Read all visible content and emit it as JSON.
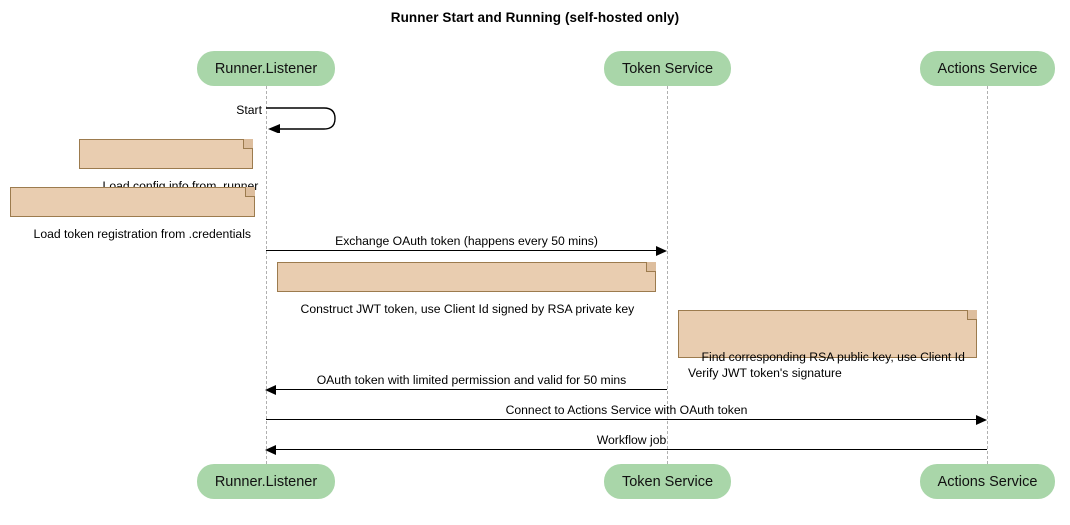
{
  "diagram": {
    "type": "sequence-diagram",
    "title": "Runner Start and Running (self-hosted only)",
    "colors": {
      "participant_fill": "#a9d6a9",
      "note_fill": "#e9cdb0",
      "note_border": "#9c7b4e",
      "lifeline": "#b0b0b0",
      "line": "#000000",
      "background": "#ffffff"
    },
    "participants": [
      {
        "id": "runner",
        "label": "Runner.Listener"
      },
      {
        "id": "token",
        "label": "Token Service"
      },
      {
        "id": "actions",
        "label": "Actions Service"
      }
    ],
    "messages": [
      {
        "id": "m1",
        "label": "Start",
        "from": "runner",
        "to": "runner",
        "kind": "self",
        "arrow": "filled-left"
      },
      {
        "id": "m2",
        "label": "Exchange OAuth token (happens every 50 mins)",
        "from": "runner",
        "to": "token",
        "kind": "sync",
        "arrow": "filled-right"
      },
      {
        "id": "m3",
        "label": "OAuth token with limited permission and valid for 50 mins",
        "from": "token",
        "to": "runner",
        "kind": "sync",
        "arrow": "filled-left"
      },
      {
        "id": "m4",
        "label": "Connect to Actions Service with OAuth token",
        "from": "runner",
        "to": "actions",
        "kind": "sync",
        "arrow": "filled-right"
      },
      {
        "id": "m5",
        "label": "Workflow job",
        "from": "actions",
        "to": "runner",
        "kind": "sync",
        "arrow": "filled-left"
      }
    ],
    "notes": [
      {
        "id": "n1",
        "text": "Load config info from .runner",
        "attached_to": "runner"
      },
      {
        "id": "n2",
        "text": "Load token registration from .credentials",
        "attached_to": "runner"
      },
      {
        "id": "n3",
        "text": "Construct JWT token, use Client Id signed by RSA private key",
        "attached_to": "runner"
      },
      {
        "id": "n4",
        "text": "Find corresponding RSA public key, use Client Id\nVerify JWT token's signature",
        "attached_to": "token"
      }
    ]
  }
}
